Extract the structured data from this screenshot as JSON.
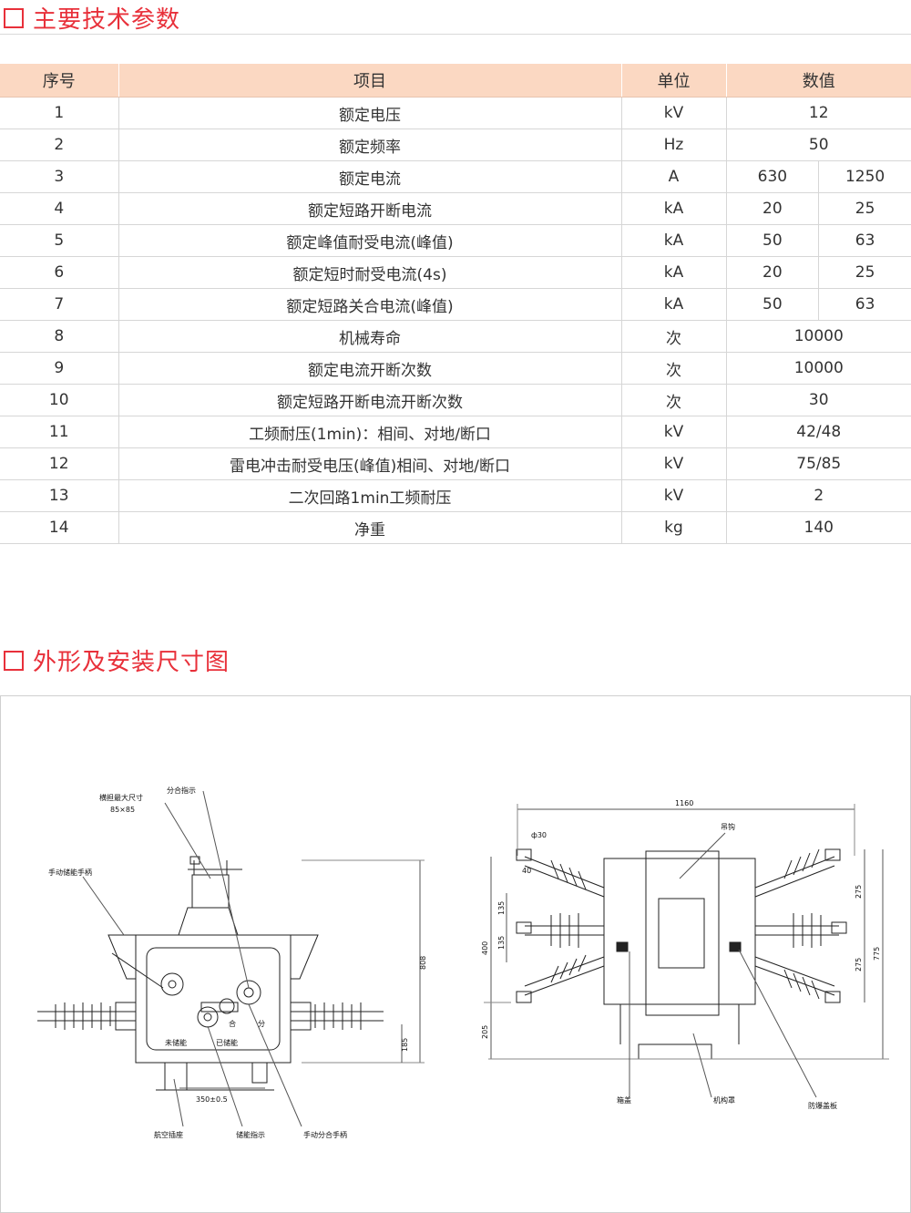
{
  "section1": {
    "title": "主要技术参数"
  },
  "table": {
    "headers": [
      "序号",
      "项目",
      "单位",
      "数值"
    ],
    "rows": [
      {
        "no": "1",
        "item": "额定电压",
        "unit": "kV",
        "value": "12"
      },
      {
        "no": "2",
        "item": "额定频率",
        "unit": "Hz",
        "value": "50"
      },
      {
        "no": "3",
        "item": "额定电流",
        "unit": "A",
        "v1": "630",
        "v2": "1250"
      },
      {
        "no": "4",
        "item": "额定短路开断电流",
        "unit": "kA",
        "v1": "20",
        "v2": "25"
      },
      {
        "no": "5",
        "item": "额定峰值耐受电流(峰值)",
        "unit": "kA",
        "v1": "50",
        "v2": "63"
      },
      {
        "no": "6",
        "item": "额定短时耐受电流(4s)",
        "unit": "kA",
        "v1": "20",
        "v2": "25"
      },
      {
        "no": "7",
        "item": "额定短路关合电流(峰值)",
        "unit": "kA",
        "v1": "50",
        "v2": "63"
      },
      {
        "no": "8",
        "item": "机械寿命",
        "unit": "次",
        "value": "10000"
      },
      {
        "no": "9",
        "item": "额定电流开断次数",
        "unit": "次",
        "value": "10000"
      },
      {
        "no": "10",
        "item": "额定短路开断电流开断次数",
        "unit": "次",
        "value": "30"
      },
      {
        "no": "11",
        "item": "工频耐压(1min)：相间、对地/断口",
        "unit": "kV",
        "value": "42/48"
      },
      {
        "no": "12",
        "item": "雷电冲击耐受电压(峰值)相间、对地/断口",
        "unit": "kV",
        "value": "75/85"
      },
      {
        "no": "13",
        "item": "二次回路1min工频耐压",
        "unit": "kV",
        "value": "2"
      },
      {
        "no": "14",
        "item": "净重",
        "unit": "kg",
        "value": "140"
      }
    ]
  },
  "section2": {
    "title": "外形及安装尺寸图"
  },
  "drawing": {
    "left_labels": {
      "indicator": "分合指示",
      "max_size": "横担最大尺寸",
      "max_size_value": "85×85",
      "manual_handle": "手动储能手柄",
      "height": "808",
      "low_dim": "185",
      "width_dim": "350±0.5",
      "not_stored": "未储能",
      "stored": "已储能",
      "close": "合",
      "open": "分",
      "socket": "航空插座",
      "energy_indicator": "储能指示",
      "manual_switch": "手动分合手柄"
    },
    "right_labels": {
      "width": "1160",
      "hook": "吊钩",
      "phi": "ф30",
      "d40": "40",
      "d135a": "135",
      "d135b": "135",
      "d400": "400",
      "d205": "205",
      "d275a": "275",
      "d275b": "275",
      "d775": "775",
      "box_cover": "箱盖",
      "mechanism": "机构罩",
      "explosion": "防爆盖板"
    }
  }
}
